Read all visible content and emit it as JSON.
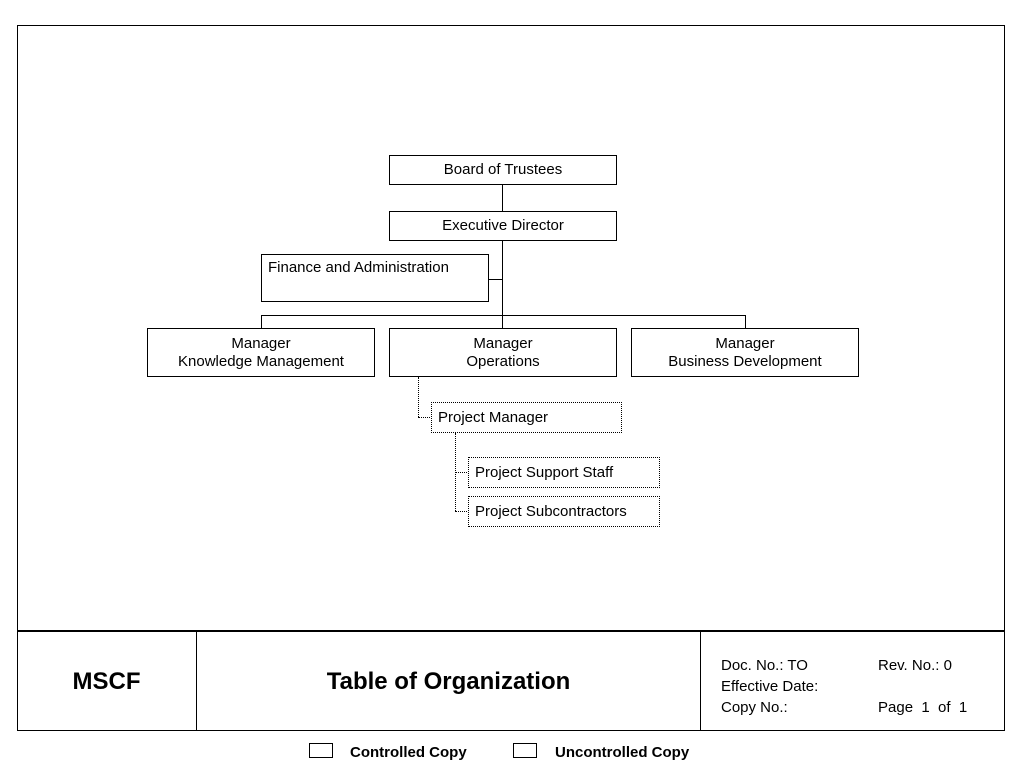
{
  "org_chart": {
    "board": "Board of Trustees",
    "executive_director": "Executive Director",
    "finance_admin": "Finance and Administration",
    "managers": [
      {
        "line1": "Manager",
        "line2": "Knowledge Management"
      },
      {
        "line1": "Manager",
        "line2": "Operations"
      },
      {
        "line1": "Manager",
        "line2": "Business Development"
      }
    ],
    "project_manager": "Project Manager",
    "project_support_staff": "Project Support Staff",
    "project_subcontractors": "Project Subcontractors"
  },
  "footer": {
    "org": "MSCF",
    "title": "Table of Organization",
    "doc_no_label": "Doc. No.: TO",
    "effective_date_label": "Effective Date:",
    "copy_no_label": "Copy No.:",
    "rev_no_label": "Rev. No.: 0",
    "page_label": "Page  1  of  1"
  },
  "copy_options": {
    "controlled": "Controlled Copy",
    "uncontrolled": "Uncontrolled Copy"
  }
}
